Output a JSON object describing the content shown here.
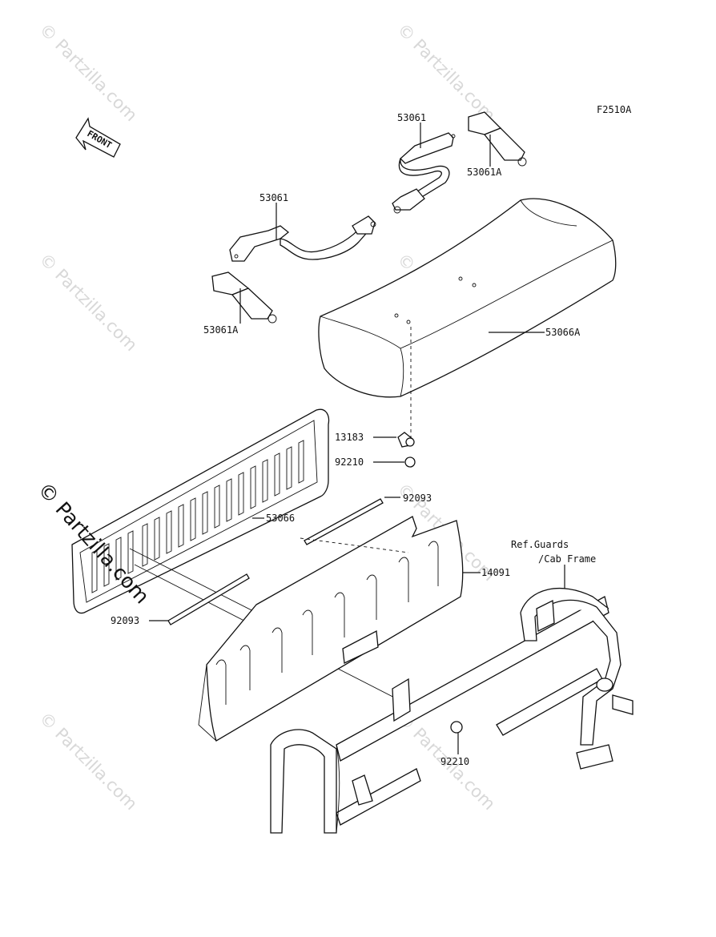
{
  "diagram": {
    "code": "F2510A",
    "front_label": "FRONT",
    "watermark": "© Partzilla.com",
    "watermark_main": "© Partzilla.com",
    "callouts": {
      "c53061_top": "53061",
      "c53061A_top": "53061A",
      "c53061_mid": "53061",
      "c53061A_left": "53061A",
      "c53066A": "53066A",
      "c13183": "13183",
      "c92210_top": "92210",
      "c92093_top": "92093",
      "c53066": "53066",
      "c14091": "14091",
      "c92093_left": "92093",
      "c92210_bottom": "92210"
    },
    "reference": {
      "line1": "Ref.Guards",
      "line2": "/Cab Frame"
    },
    "colors": {
      "ink": "#111111",
      "watermark": "#d8d8d8",
      "background": "#ffffff"
    }
  }
}
